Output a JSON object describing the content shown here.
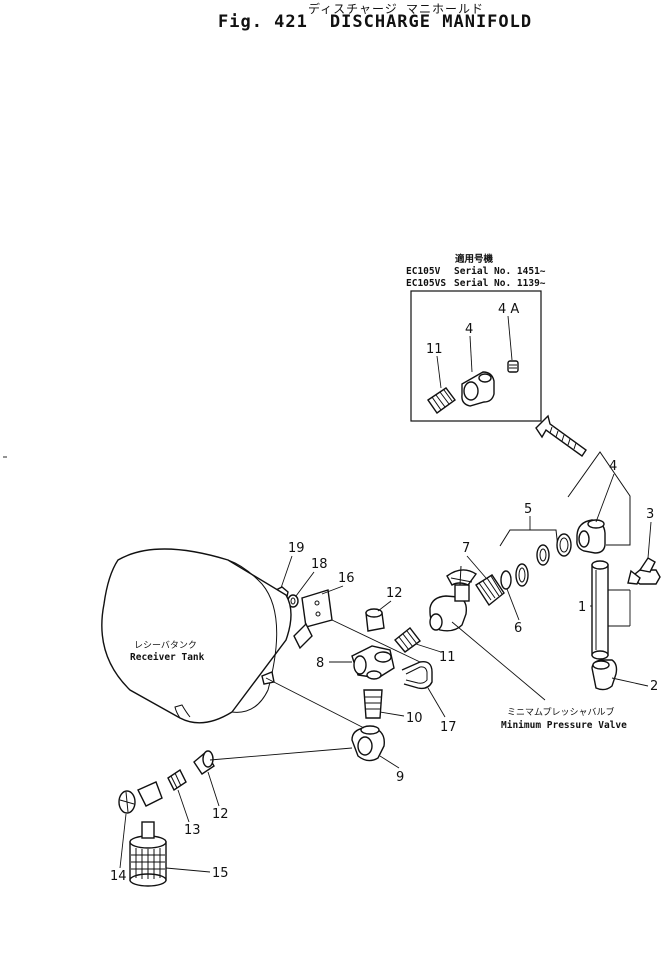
{
  "title": {
    "japanese": "ディスチャージ マニホールド",
    "fig": "Fig. 421",
    "english": "DISCHARGE MANIFOLD"
  },
  "inset": {
    "heading_jp": "適用号機",
    "rows": [
      {
        "model": "EC105V",
        "serial": "Serial No. 1451~"
      },
      {
        "model": "EC105VS",
        "serial": "Serial No. 1139~"
      }
    ],
    "labels": [
      "11",
      "4",
      "4 A"
    ]
  },
  "receiver_tank": {
    "jp": "レシーバタンク",
    "en": "Receiver Tank"
  },
  "minimum_pressure_valve": {
    "jp": "ミニマムプレッシャバルブ",
    "en": "Minimum Pressure Valve"
  },
  "part_numbers": {
    "p1": "1",
    "p2": "2",
    "p3": "3",
    "p4": "4",
    "p5": "5",
    "p6": "6",
    "p7": "7",
    "p8": "8",
    "p9": "9",
    "p10": "10",
    "p11": "11",
    "p12a": "12",
    "p12b": "12",
    "p13": "13",
    "p14": "14",
    "p15": "15",
    "p16": "16",
    "p17": "17",
    "p18": "18",
    "p19": "19"
  }
}
